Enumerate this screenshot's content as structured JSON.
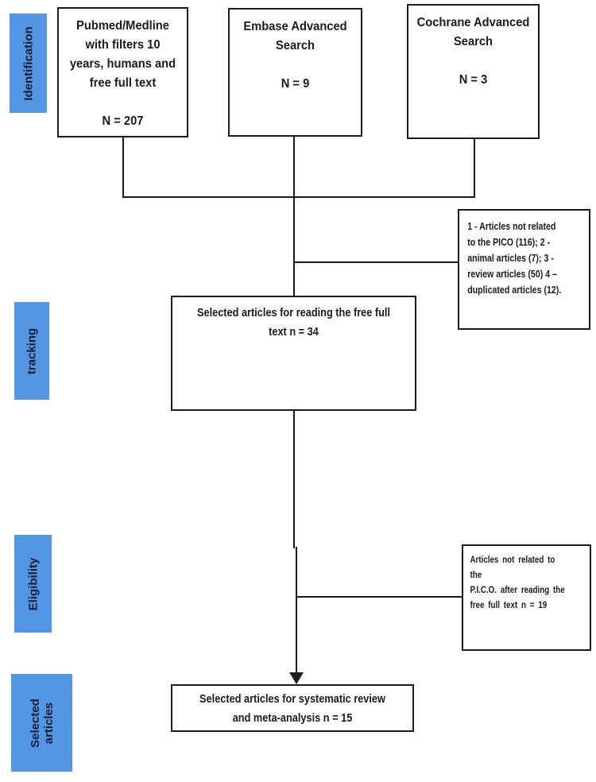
{
  "colors": {
    "label_bg": "#5396e3",
    "label_text": "#171d36",
    "line": "#1c1c1c"
  },
  "stages": [
    {
      "id": "identification",
      "label": "Identification"
    },
    {
      "id": "tracking",
      "label": "tracking"
    },
    {
      "id": "eligibility",
      "label": "Eligibility"
    },
    {
      "id": "selected-articles",
      "label": "Selected\narticles"
    }
  ],
  "boxes": {
    "pubmed": {
      "text": "Pubmed/Medline\nwith filters 10\nyears, humans and\nfree full text\n\nN = 207",
      "count": 207
    },
    "embase": {
      "text": "Embase Advanced\nSearch\n\nN = 9",
      "count": 9
    },
    "cochrane": {
      "text": "Cochrane Advanced\nSearch\n\nN = 3",
      "count": 3
    },
    "screening": {
      "text": "Selected articles for reading the free full\ntext n = 34",
      "count": 34
    },
    "exclusion_screening": {
      "text": "1 - Articles not related\nto the PICO (116); 2 -\nanimal articles (7); 3 -\nreview articles (50) 4 –\nduplicated articles (12).",
      "counts": {
        "not_related_pico": 116,
        "animal_articles": 7,
        "review_articles": 50,
        "duplicated_articles": 12
      }
    },
    "exclusion_eligibility": {
      "text": "Articles not related to the\nP.I.C.O. after reading the\nfree full text n = 19",
      "count": 19
    },
    "included": {
      "text": "Selected articles for systematic review\nand meta-analysis n = 15",
      "count": 15
    }
  }
}
